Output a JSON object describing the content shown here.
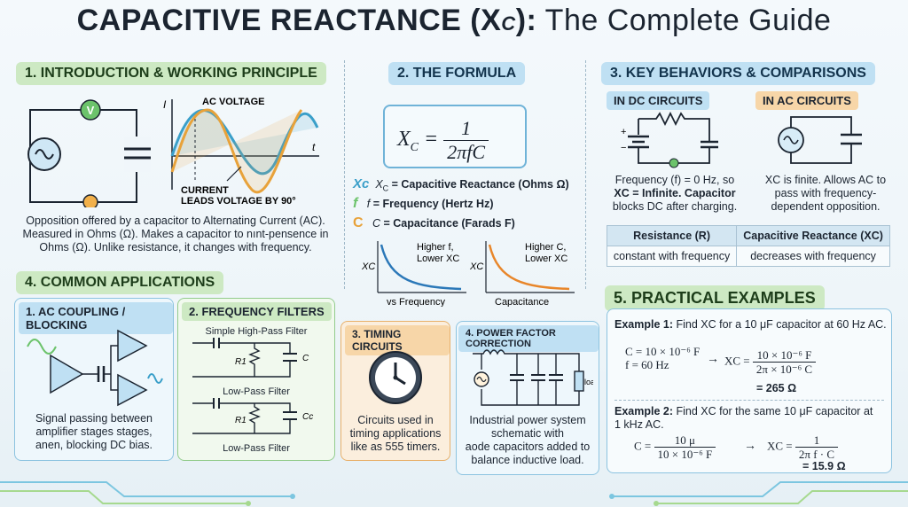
{
  "title": {
    "bold": "CAPACITIVE REACTANCE (X",
    "sub": "C",
    "close": "):",
    "rest": " The Complete Guide"
  },
  "sec1": {
    "header": "1. INTRODUCTION & WORKING PRINCIPLE",
    "meter": "V",
    "graph_i": "I",
    "graph_t": "t",
    "ac_voltage": "AC VOLTAGE",
    "current": "CURRENT",
    "leads": "LEADS VOLTAGE BY 90°",
    "desc": [
      "Opposition offered by a capacitor to Alternating Current (AC).",
      "Measured in Ohms (Ω). Makes a capacitor to nınt-pensence in",
      "Ohms (Ω). Unlike resistance, it changes with frequency."
    ]
  },
  "sec2": {
    "header": "2. THE FORMULA",
    "formula_lhs": "X",
    "formula_sub": "C",
    "formula_num": "1",
    "formula_den": "2πfC",
    "defs": [
      {
        "icon": "Xc",
        "sym": "X",
        "sub": "C",
        "text": " = Capacitive Reactance (Ohms Ω)"
      },
      {
        "icon": "f",
        "sym": "f",
        "sub": "",
        "text": " = Frequency (Hertz Hz)"
      },
      {
        "icon": "C",
        "sym": "C",
        "sub": "",
        "text": " = Capacitance (Farads F)"
      }
    ],
    "g1_ylabel": "XC",
    "g1_note1": "Higher f,",
    "g1_note2": "Lower XC",
    "g1_xlabel": "vs Frequency",
    "g2_ylabel": "XC",
    "g2_note1": "Higher C,",
    "g2_note2": "Lower XC",
    "g2_xlabel": "Capacitance"
  },
  "sec3": {
    "header": "3. KEY BEHAVIORS & COMPARISONS",
    "dc_header": "IN DC CIRCUITS",
    "ac_header": "IN AC CIRCUITS",
    "dc_plus": "+",
    "dc_minus": "−",
    "dc_desc": [
      "Frequency (f) = 0 Hz, so",
      "XC = Infinite. Capacitor",
      "blocks DC after charging."
    ],
    "ac_desc": [
      "XC is finite. Allows AC to",
      "pass with frequency-",
      "dependent opposition."
    ],
    "table": {
      "headers": [
        "Resistance (R)",
        "Capacitive Reactance (XC)"
      ],
      "row": [
        "constant with frequency",
        "decreases with frequency"
      ]
    }
  },
  "sec4": {
    "header": "4. COMMON APPLICATIONS",
    "coupling": {
      "header": "1. AC COUPLING / BLOCKING",
      "desc": [
        "Signal passing between",
        "amplifier stages stages,",
        "anen, blocking DC bias."
      ]
    },
    "filters": {
      "header": "2. FREQUENCY FILTERS",
      "hp": "Simple High-Pass Filter",
      "lp1": "Low-Pass Filter",
      "lp2": "Low-Pass Filter",
      "r1": "R1",
      "c": "C",
      "r1b": "R1",
      "cc": "Cc"
    },
    "timing": {
      "header": "3. TIMING CIRCUITS",
      "desc": [
        "Circuits used in",
        "timing applications",
        "like as 555 timers."
      ]
    },
    "pfc": {
      "header": "4. POWER FACTOR CORRECTION",
      "load": "load",
      "desc": [
        "Industrial power system",
        "schematic with",
        "aode capacitors added to",
        "balance inductive load."
      ]
    }
  },
  "sec5": {
    "header": "5. PRACTICAL EXAMPLES",
    "ex1": {
      "label": "Example 1:",
      "text": " Find XC for a 10 μF capacitor at 60 Hz AC.",
      "c_eq": "C = 10 × 10⁻⁶ F",
      "f_eq": "f = 60 Hz",
      "xc": "XC =",
      "num": "10 × 10⁻⁶ F",
      "den": "2π × 10⁻⁶ C",
      "result": "= 265 Ω"
    },
    "ex2": {
      "label": "Example 2:",
      "text": " Find XC for the same 10 μF capacitor at",
      "text2": "1 kHz AC.",
      "c_eq": "C =",
      "num": "10 μ",
      "den": "10 × 10⁻⁶ F",
      "xc": "XC =",
      "num2": "1",
      "den2": "2π f · C",
      "result": "= 15.9 Ω"
    }
  },
  "colors": {
    "green_hdr": "#cde9c3",
    "blue_hdr": "#bfe0f3",
    "orange_hdr": "#f7d6a8",
    "voltage": "#3a9fc9",
    "current": "#e8a23a"
  }
}
